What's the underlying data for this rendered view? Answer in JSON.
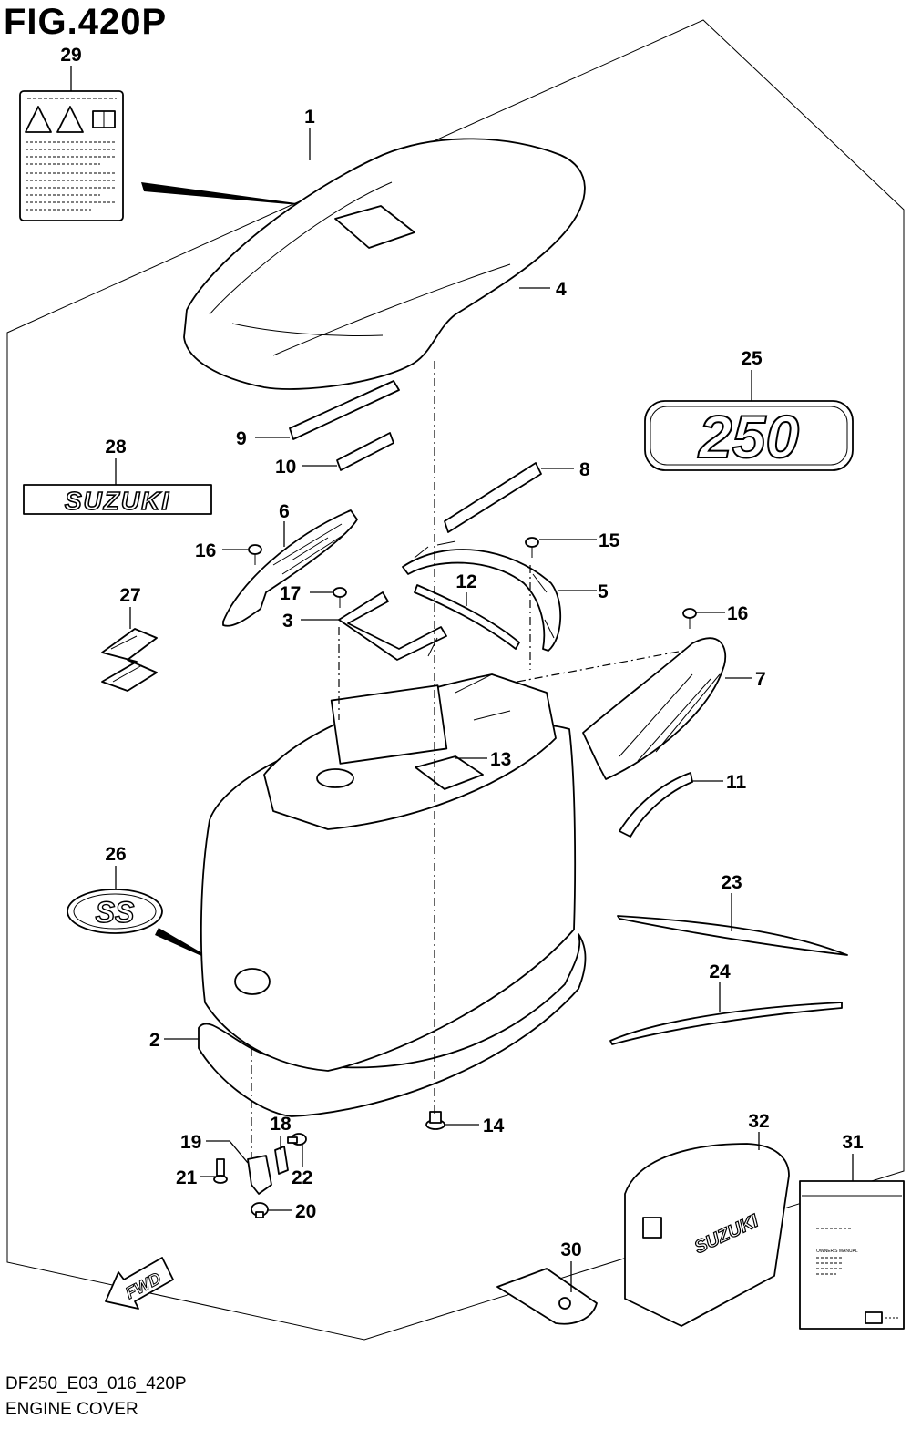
{
  "figure": {
    "title": "FIG.420P",
    "code": "DF250_E03_016_420P",
    "name": "ENGINE COVER"
  },
  "callouts": [
    "1",
    "2",
    "3",
    "4",
    "5",
    "6",
    "7",
    "8",
    "9",
    "10",
    "11",
    "12",
    "13",
    "14",
    "15",
    "16",
    "16",
    "17",
    "18",
    "19",
    "20",
    "21",
    "22",
    "23",
    "24",
    "25",
    "26",
    "27",
    "28",
    "29",
    "30",
    "31",
    "32"
  ],
  "decals": {
    "badge_250": "250",
    "suzuki_logo": "SUZUKI",
    "ss_logo": "SS",
    "cover_logo": "SUZUKI",
    "fwd_arrow": "FWD"
  },
  "manual": {
    "title": "OWNER'S MANUAL"
  },
  "icons": [
    "warning-triangle-icon",
    "manual-book-icon",
    "fwd-arrow-icon"
  ]
}
